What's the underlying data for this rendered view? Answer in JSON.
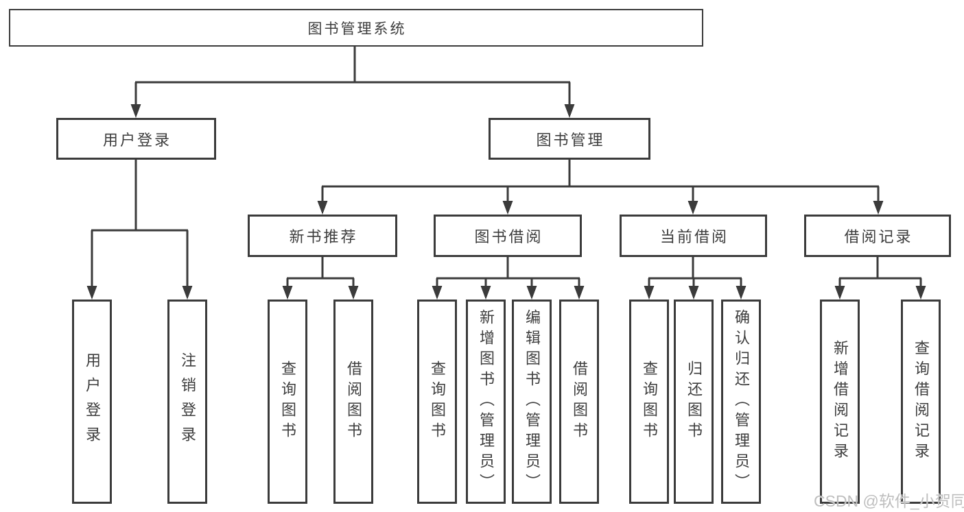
{
  "colors": {
    "background": "#ffffff",
    "line": "#3b3b3b",
    "box_border": "#3b3b3b",
    "text": "#3d3d3d",
    "watermark": "#bababa"
  },
  "watermark": "CSDN @软件_小贺同学",
  "diagram": {
    "type": "tree",
    "title": "图书管理系统",
    "branches": [
      {
        "label": "用户登录",
        "children": [
          {
            "label": "用户登录"
          },
          {
            "label": "注销登录"
          }
        ]
      },
      {
        "label": "图书管理",
        "children": [
          {
            "label": "新书推荐",
            "children": [
              {
                "label": "查询图书"
              },
              {
                "label": "借阅图书"
              }
            ]
          },
          {
            "label": "图书借阅",
            "children": [
              {
                "label": "查询图书"
              },
              {
                "label": "新增图书（管理员）"
              },
              {
                "label": "编辑图书（管理员）"
              },
              {
                "label": "借阅图书"
              }
            ]
          },
          {
            "label": "当前借阅",
            "children": [
              {
                "label": "查询图书"
              },
              {
                "label": "归还图书"
              },
              {
                "label": "确认归还（管理员）"
              }
            ]
          },
          {
            "label": "借阅记录",
            "children": [
              {
                "label": "新增借阅记录"
              },
              {
                "label": "查询借阅记录"
              }
            ]
          }
        ]
      }
    ]
  }
}
